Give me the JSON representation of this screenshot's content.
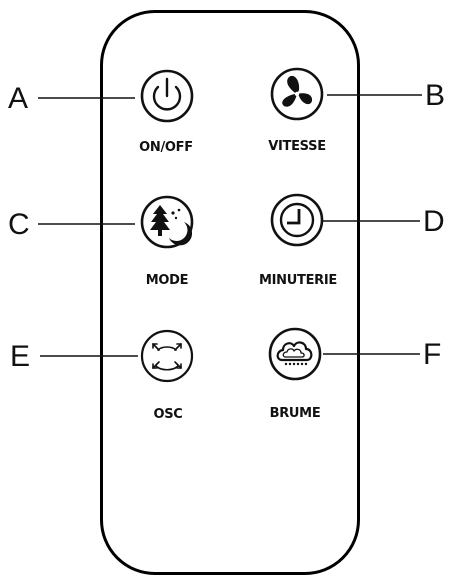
{
  "buttons": [
    {
      "key": "A",
      "label": "ON/OFF",
      "icon": "power-icon"
    },
    {
      "key": "B",
      "label": "VITESSE",
      "icon": "fan-icon"
    },
    {
      "key": "C",
      "label": "MODE",
      "icon": "tree-moon-icon"
    },
    {
      "key": "D",
      "label": "MINUTERIE",
      "icon": "clock-icon"
    },
    {
      "key": "E",
      "label": "OSC",
      "icon": "oscillation-icon"
    },
    {
      "key": "F",
      "label": "BRUME",
      "icon": "mist-cloud-icon"
    }
  ],
  "colors": {
    "stroke": "#111111",
    "background": "#ffffff"
  }
}
